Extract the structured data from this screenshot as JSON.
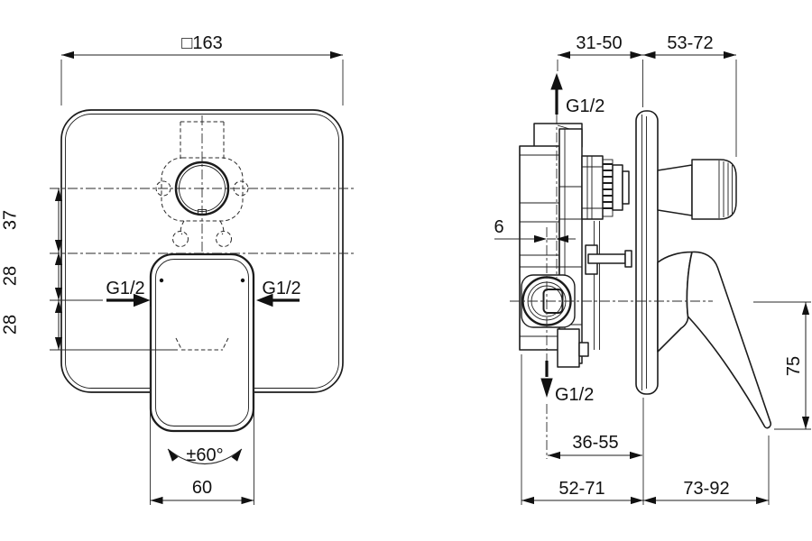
{
  "drawing": {
    "type": "technical-installation-drawing",
    "product": "concealed single-lever shower mixer with diverter",
    "colors": {
      "line": "#1c1c1c",
      "text": "#111111",
      "background": "#ffffff"
    },
    "front_view": {
      "plate_size": "□163",
      "center_to_upper_port": "37",
      "upper_port_to_inlet": "28",
      "inlet_to_lower": "28",
      "inlet_left": "G1/2",
      "inlet_right": "G1/2",
      "lever_swing_angle": "±60°",
      "inlet_spacing": "60"
    },
    "side_view": {
      "recess_depth_range": "31-50",
      "trim_projection_range": "53-72",
      "top_connection": "G1/2",
      "bottom_connection": "G1/2",
      "axis_offset": "6",
      "outlet_depth_range": "36-55",
      "body_depth_range": "52-71",
      "projection_range": "73-92",
      "lever_height": "75"
    }
  }
}
